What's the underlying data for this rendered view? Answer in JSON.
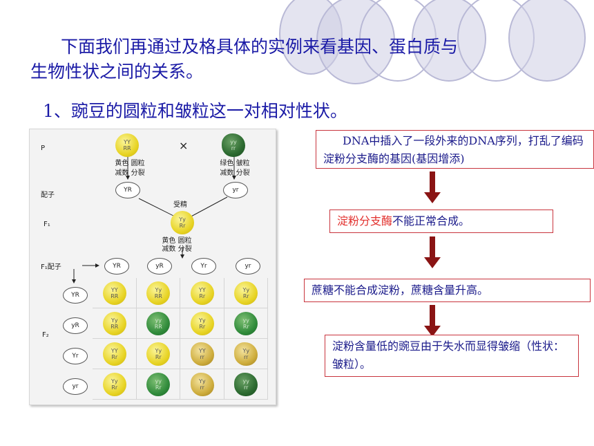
{
  "heading": {
    "line1": "下面我们再通过及格具体的实例来看基因、蛋白质与",
    "line2": "生物性状之间的关系。"
  },
  "subheading": "1、豌豆的圆粒和皱粒这一对相对性状。",
  "diagram": {
    "labels": {
      "p": "P",
      "cross": "×",
      "gamete": "配子",
      "f1": "F₁",
      "f1_gamete": "F₁配子",
      "f2": "F₂",
      "fertilization": "受精"
    },
    "parent_left": {
      "genotype_top": "YY",
      "genotype_bottom": "RR",
      "phenotype": "黄色 圆粒",
      "meiosis": "减数 分裂",
      "gamete": "YR"
    },
    "parent_right": {
      "genotype_top": "yy",
      "genotype_bottom": "rr",
      "phenotype": "绿色 皱粒",
      "meiosis": "减数 分裂",
      "gamete": "yr"
    },
    "f1": {
      "genotype_top": "Yy",
      "genotype_bottom": "Rr",
      "phenotype": "黄色 圆粒",
      "meiosis": "减数 分裂"
    },
    "f1_gametes": [
      "YR",
      "yR",
      "Yr",
      "yr"
    ],
    "grid_rows": [
      {
        "gamete": "YR",
        "cells": [
          {
            "top": "YY",
            "bottom": "RR",
            "kind": "yr"
          },
          {
            "top": "Yy",
            "bottom": "RR",
            "kind": "yr"
          },
          {
            "top": "YY",
            "bottom": "Rr",
            "kind": "yr"
          },
          {
            "top": "Yy",
            "bottom": "Rr",
            "kind": "yr"
          }
        ]
      },
      {
        "gamete": "yR",
        "cells": [
          {
            "top": "Yy",
            "bottom": "RR",
            "kind": "yr"
          },
          {
            "top": "yy",
            "bottom": "RR",
            "kind": "gr"
          },
          {
            "top": "Yy",
            "bottom": "Rr",
            "kind": "yr"
          },
          {
            "top": "yy",
            "bottom": "Rr",
            "kind": "gr"
          }
        ]
      },
      {
        "gamete": "Yr",
        "cells": [
          {
            "top": "YY",
            "bottom": "Rr",
            "kind": "yr"
          },
          {
            "top": "Yy",
            "bottom": "Rr",
            "kind": "yr"
          },
          {
            "top": "YY",
            "bottom": "rr",
            "kind": "yw"
          },
          {
            "top": "Yy",
            "bottom": "rr",
            "kind": "yw"
          }
        ]
      },
      {
        "gamete": "yr",
        "cells": [
          {
            "top": "Yy",
            "bottom": "Rr",
            "kind": "yr"
          },
          {
            "top": "yy",
            "bottom": "Rr",
            "kind": "gr"
          },
          {
            "top": "Yy",
            "bottom": "rr",
            "kind": "yw"
          },
          {
            "top": "yy",
            "bottom": "rr",
            "kind": "gw"
          }
        ]
      }
    ]
  },
  "flow": {
    "step1": "DNA中插入了一段外来的DNA序列，打乱了编码淀粉分支酶的基因(基因增添)",
    "step2_highlight": "淀粉分支酶",
    "step2_rest": "不能正常合成。",
    "step3": "蔗糖不能合成淀粉，蔗糖含量升高。",
    "step4": "淀粉含量低的豌豆由于失水而显得皱缩（性状：皱粒）。"
  },
  "colors": {
    "heading": "#1a1aa6",
    "highlight": "#e2302d",
    "box_border": "#c8333c",
    "arrow": "#8a1414"
  }
}
